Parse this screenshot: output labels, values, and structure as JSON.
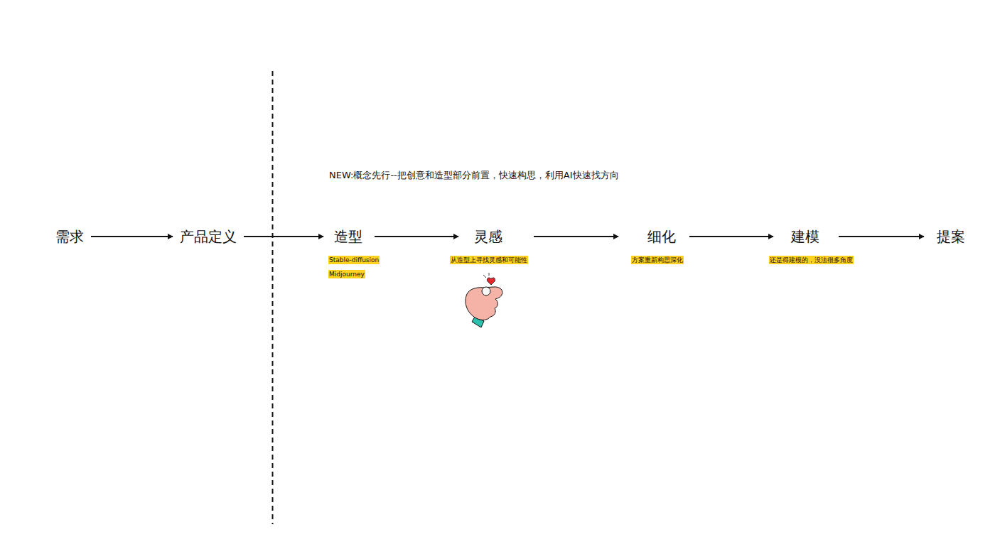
{
  "diagram": {
    "nodes": [
      {
        "text": [
          "需求"
        ]
      },
      {
        "text": [
          "产品定义"
        ]
      },
      {
        "text": [
          "造型"
        ]
      },
      {
        "text": [
          "灵感"
        ]
      },
      {
        "text": [
          "细化"
        ]
      },
      {
        "text": [
          "建模"
        ]
      },
      {
        "text": [
          "提案"
        ]
      }
    ],
    "edges": [
      {
        "from": 0,
        "to": 1,
        "arrow": "to"
      },
      {
        "from": 1,
        "to": 2,
        "arrow": "to"
      },
      {
        "from": 2,
        "to": 3,
        "arrow": "to"
      },
      {
        "from": 3,
        "to": 4,
        "arrow": "to"
      },
      {
        "from": 4,
        "to": 5,
        "arrow": "to"
      },
      {
        "from": 5,
        "to": 6,
        "arrow": "to"
      }
    ],
    "labels": [
      "NEW:概念先行--把创意和造型部分前置，快速构思，利用AI快速找方向",
      "Stable-diffusion",
      "Midjourney",
      "从造型上寻找灵感和可能性",
      "方案重新构思深化",
      "还是得建模的，没法很多角度"
    ]
  }
}
